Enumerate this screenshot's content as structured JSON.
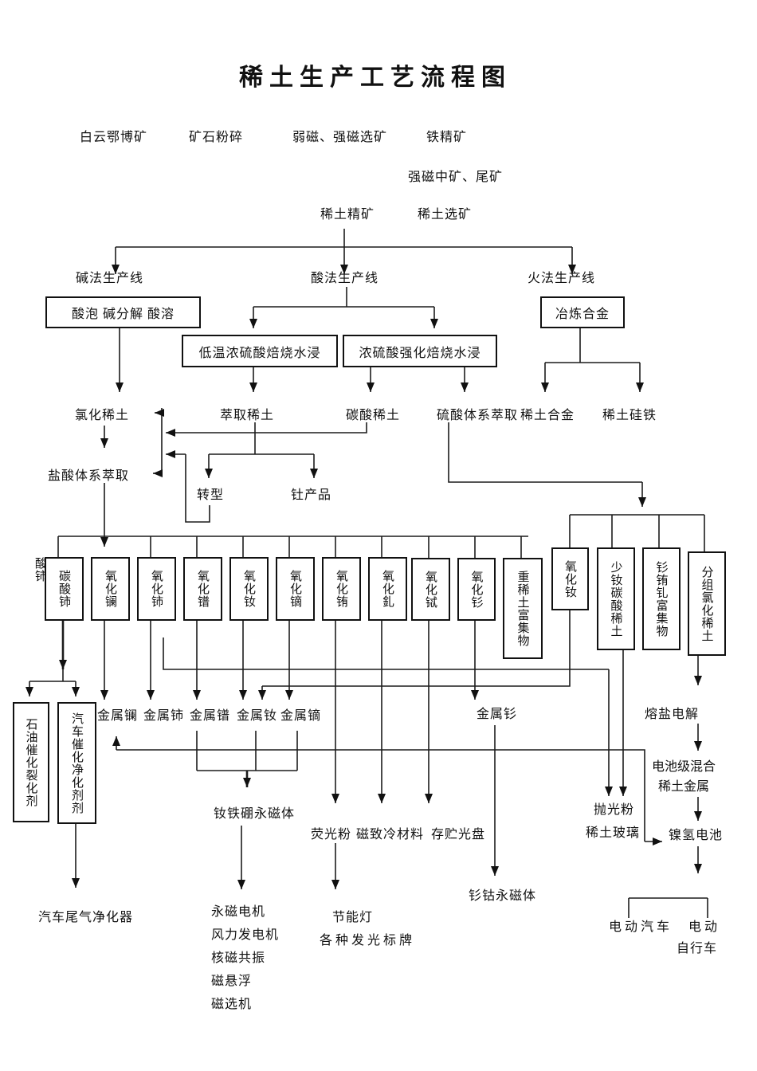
{
  "title": "稀土生产工艺流程图",
  "mining": {
    "bayan_obo": "白云鄂博矿",
    "ore_crushing": "矿石粉碎",
    "mag_separation": "弱磁、强磁选矿",
    "iron_concentrate": "铁精矿",
    "middlings_tailings": "强磁中矿、尾矿",
    "re_concentrate": "稀土精矿",
    "re_beneficiation": "稀土选矿"
  },
  "branches": {
    "alkali_line": "碱法生产线",
    "acid_line": "酸法生产线",
    "fire_line": "火法生产线"
  },
  "process": {
    "alkali_steps": "酸泡 碱分解 酸溶",
    "low_temp_roast": "低温浓硫酸焙烧水浸",
    "strong_roast": "浓硫酸强化焙烧水浸",
    "smelt_alloy": "冶炼合金"
  },
  "intermediates": {
    "re_chloride": "氯化稀土",
    "re_extraction": "萃取稀土",
    "re_carbonate": "碳酸稀土",
    "sulfate_extraction": "硫酸体系萃取",
    "re_alloy": "稀土合金",
    "re_fesi": "稀土硅铁",
    "hcl_extraction": "盐酸体系萃取",
    "transform": "转型",
    "thorium_products": "钍产品",
    "cerium_salt_side": "酸铈"
  },
  "oxides": {
    "cerium_carbonate": "碳酸铈",
    "lanthanum_oxide": "氧化镧",
    "cerium_oxide": "氧化铈",
    "praseodymium_oxide": "氧化镨",
    "neodymium_oxide": "氧化钕",
    "dysprosium_oxide": "氧化镝",
    "europium_oxide": "氧化铕",
    "gadolinium_oxide": "氧化釓",
    "terbium_oxide": "氧化铽",
    "samarium_oxide": "氧化钐",
    "heavy_re_enrichment": "重稀土富集物",
    "neodymium_oxide_2": "氧化钕",
    "low_nd_carbonate": "少钕碳酸稀土",
    "sm_eu_gd_enrichment": "钐铕钆富集物",
    "grouped_re_chloride": "分组氯化稀土"
  },
  "catalysts": {
    "petro_cracking": "石油催化裂化剂",
    "auto_purifier": "汽车催化净化剂剂"
  },
  "metals": {
    "lanthanum": "金属镧",
    "cerium": "金属铈",
    "praseodymium": "金属镨",
    "neodymium": "金属钕",
    "dysprosium": "金属镝",
    "samarium": "金属钐"
  },
  "products": {
    "molten_salt_electrolysis": "熔盐电解",
    "battery_grade_metal": "电池级混合稀土金属",
    "polishing_powder": "抛光粉",
    "re_glass": "稀土玻璃",
    "nimh_battery": "镍氢电池",
    "phosphor": "荧光粉",
    "magnetic_cooling": "磁致冷材料",
    "storage_disc": "存贮光盘",
    "ndfeb_magnet": "钕铁硼永磁体",
    "smco_magnet": "钐钴永磁体",
    "exhaust_purifier": "汽车尾气净化器",
    "magnet_apps": "永磁电机\n风力发电机\n核磁共振\n磁悬浮\n磁选机",
    "energy_lamp": "节能灯",
    "luminous_signs": "各种发光标牌",
    "ev_car": "电动汽车",
    "ev_bike_top": "电动",
    "ev_bike_bottom": "自行车"
  }
}
